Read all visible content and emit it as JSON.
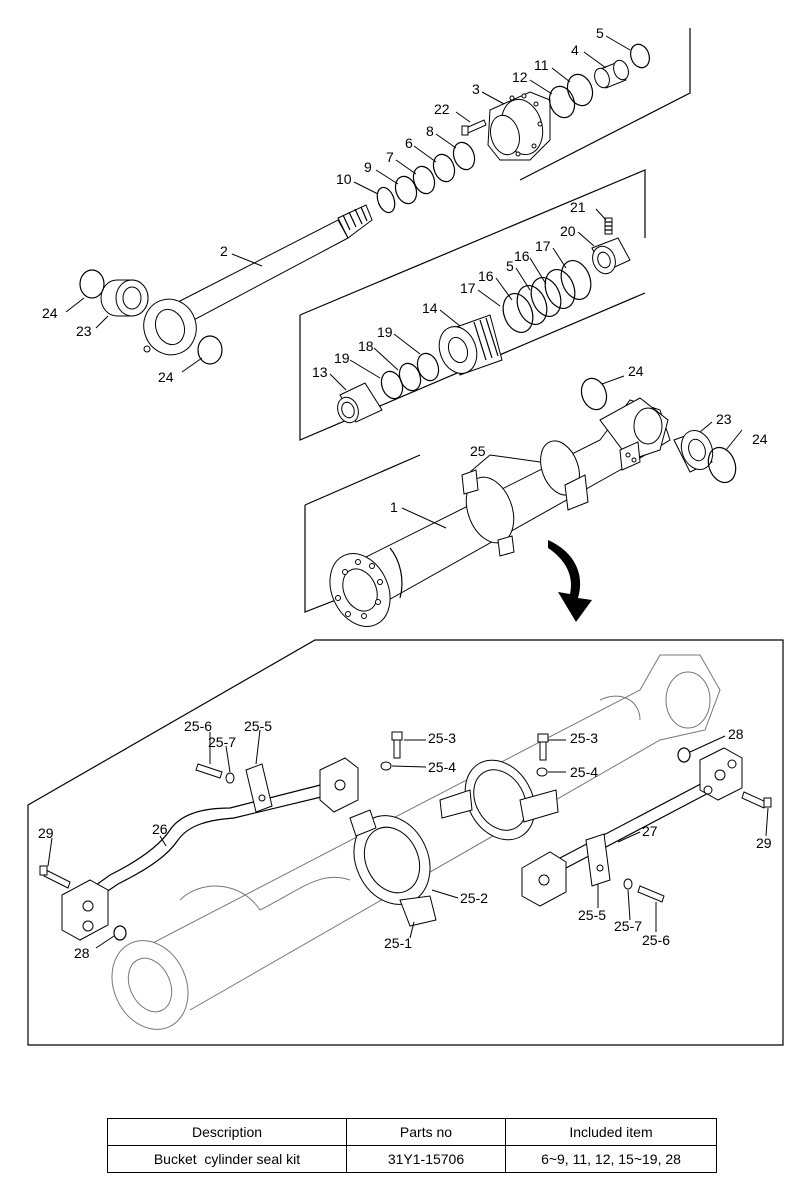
{
  "labels": {
    "l1": "1",
    "l2": "2",
    "l3": "3",
    "l4": "4",
    "l5a": "5",
    "l5b": "5",
    "l6": "6",
    "l7": "7",
    "l8": "8",
    "l9": "9",
    "l10": "10",
    "l11": "11",
    "l12": "12",
    "l13": "13",
    "l14": "14",
    "l16a": "16",
    "l16b": "16",
    "l17a": "17",
    "l17b": "17",
    "l18": "18",
    "l19a": "19",
    "l19b": "19",
    "l20": "20",
    "l21": "21",
    "l22": "22",
    "l23a": "23",
    "l23b": "23",
    "l24a": "24",
    "l24b": "24",
    "l24c": "24",
    "l24d": "24",
    "l25": "25",
    "l25_6a": "25-6",
    "l25_7a": "25-7",
    "l25_5a": "25-5",
    "l25_3a": "25-3",
    "l25_4a": "25-4",
    "l25_3b": "25-3",
    "l25_4b": "25-4",
    "l28a": "28",
    "l28b": "28",
    "l29a": "29",
    "l29b": "29",
    "l26": "26",
    "l27": "27",
    "l25_2": "25-2",
    "l25_1": "25-1",
    "l25_5b": "25-5",
    "l25_7b": "25-7",
    "l25_6b": "25-6"
  },
  "table": {
    "headers": [
      "Description",
      "Parts no",
      "Included item"
    ],
    "rows": [
      [
        "Bucket  cylinder seal kit",
        "31Y1-15706",
        "6~9, 11, 12, 15~19, 28"
      ]
    ]
  }
}
